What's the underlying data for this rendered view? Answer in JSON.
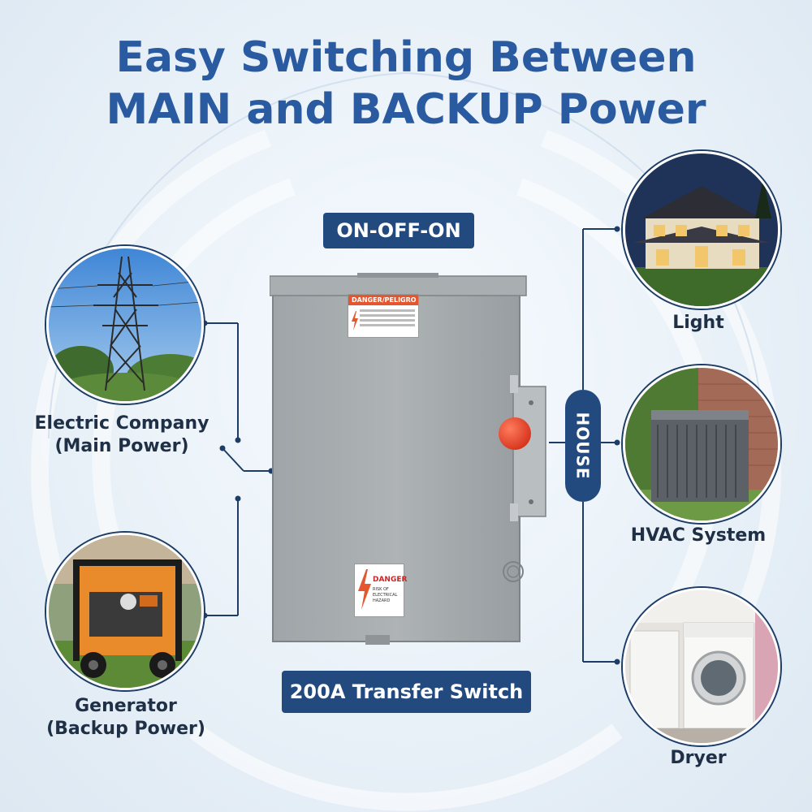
{
  "headline": {
    "line1": "Easy Switching Between",
    "line2": "MAIN and BACKUP Power"
  },
  "mode_pill": "ON-OFF-ON",
  "product_pill": "200A Transfer Switch",
  "house_label": "HOUSE",
  "sources": [
    {
      "line1": "Electric Company",
      "line2": "(Main Power)",
      "icon": "power-tower-icon"
    },
    {
      "line1": "Generator",
      "line2": "(Backup Power)",
      "icon": "generator-icon"
    }
  ],
  "loads": [
    {
      "label": "Light",
      "icon": "house-lights-icon"
    },
    {
      "label": "HVAC System",
      "icon": "hvac-unit-icon"
    },
    {
      "label": "Dryer",
      "icon": "dryer-icon"
    }
  ],
  "switch_labels": {
    "top_danger_header": "DANGER/PELIGRO",
    "bottom_danger_header": "DANGER",
    "bottom_danger_text": "RISK OF ELECTRICAL HAZARD"
  },
  "colors": {
    "headline": "#2a5aa0",
    "pill_bg": "#234a7e",
    "connector": "#1d3d66",
    "knob": "#e8412c"
  }
}
